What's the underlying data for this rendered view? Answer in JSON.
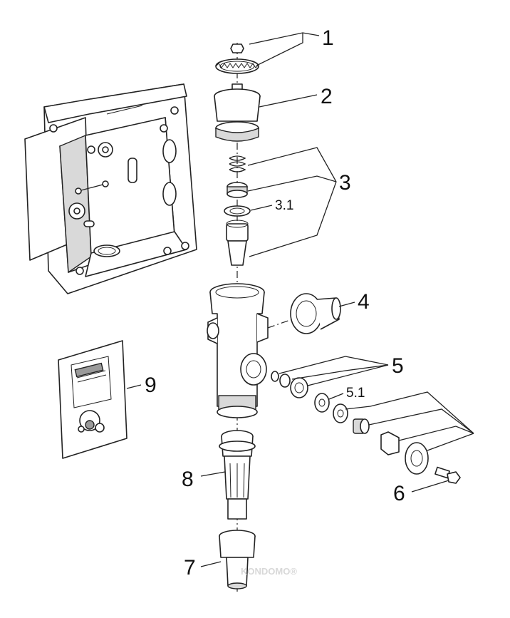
{
  "labels": {
    "p1": "1",
    "p2": "2",
    "p3": "3",
    "p3_1": "3.1",
    "p4": "4",
    "p5": "5",
    "p5_1": "5.1",
    "p6": "6",
    "p7": "7",
    "p8": "8",
    "p9": "9"
  },
  "watermark": "KONDOMO®"
}
